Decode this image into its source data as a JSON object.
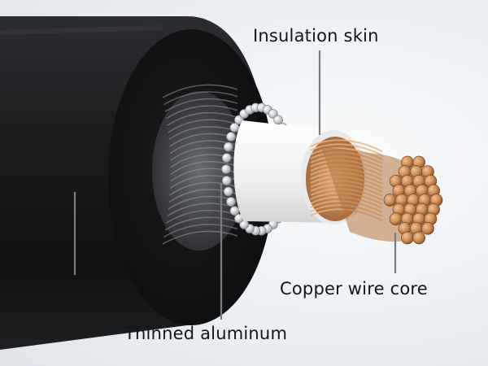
{
  "labels": {
    "insulation_top": "Insulation skin",
    "insulation_left": "Insulation skin",
    "copper": "Copper wire core",
    "aluminum": "Thinned aluminum"
  },
  "colors": {
    "outer_jacket": "#1c1d1f",
    "inner_insulation": "#f4f4f4",
    "aluminum": "#c9ccd0",
    "copper": "#c98a55",
    "leader_line": "#7a7d80"
  }
}
